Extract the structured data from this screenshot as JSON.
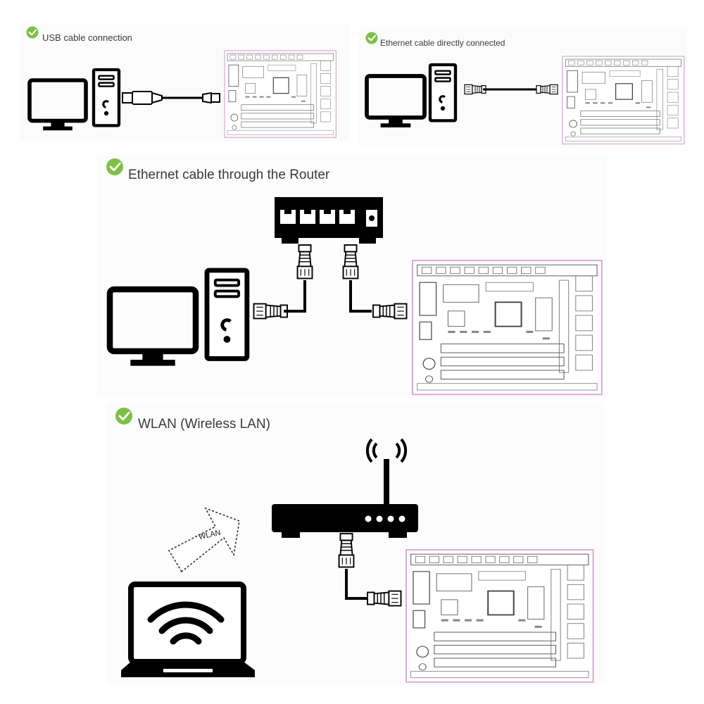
{
  "panels": [
    {
      "title": "USB cable connection"
    },
    {
      "title": "Ethernet cable directly connected"
    },
    {
      "title": "Ethernet cable through the Router"
    },
    {
      "title": "WLAN (Wireless LAN)"
    }
  ],
  "wlan_arrow_label": "WLAN",
  "colors": {
    "check_green": "#7cc143",
    "board_outline": "#d9a7d8",
    "line": "#000000"
  }
}
